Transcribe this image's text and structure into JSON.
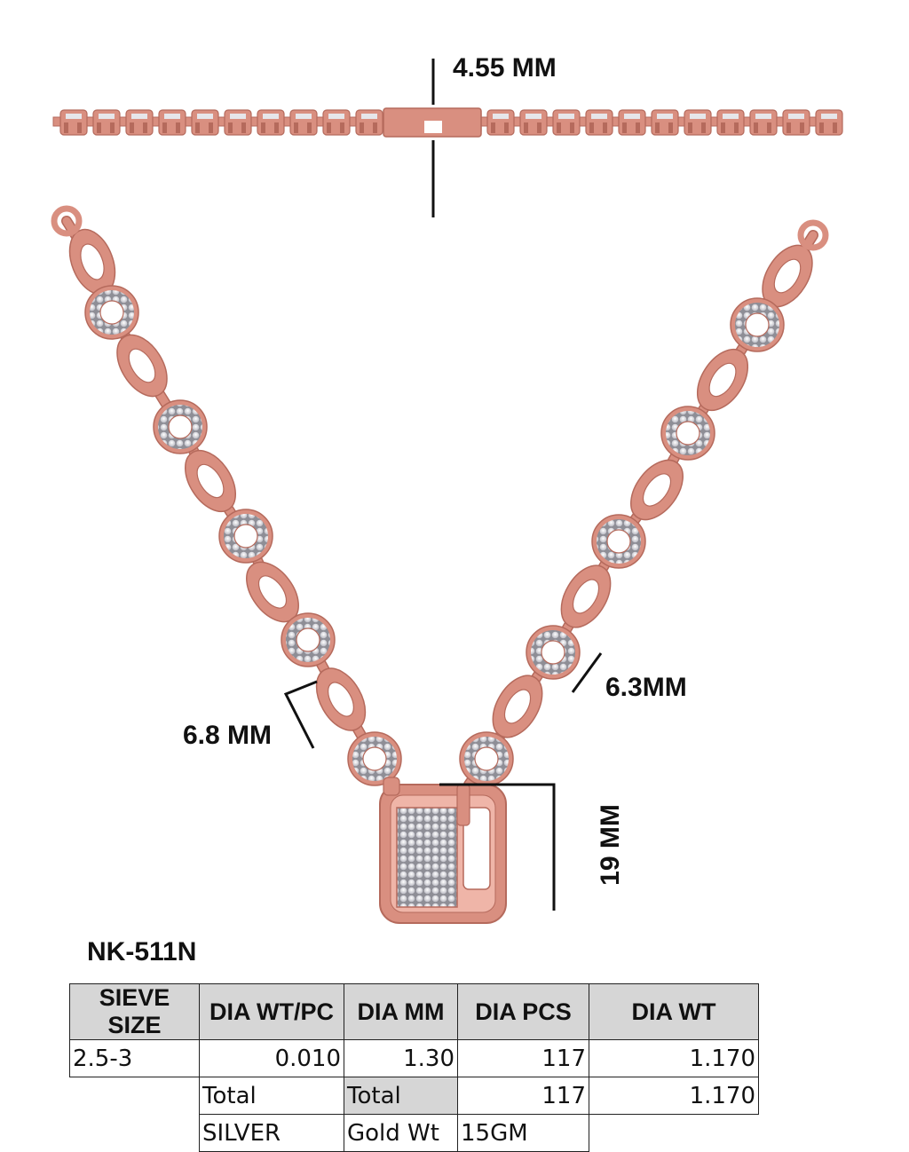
{
  "dimensions": {
    "thickness": "4.55 MM",
    "round_link": "6.8 MM",
    "oval_link": "6.3MM",
    "pendant_height": "19 MM"
  },
  "product_code": "NK-511N",
  "colors": {
    "metal": "#d98f80",
    "metal_dark": "#b56a5c",
    "metal_light": "#efb5a8",
    "diamond": "#e6e6ea",
    "header_bg": "#d6d6d6"
  },
  "spec_table": {
    "headers": [
      "SIEVE SIZE",
      "DIA WT/PC",
      "DIA MM",
      "DIA PCS",
      "DIA WT"
    ],
    "row": {
      "sieve_size": "2.5-3",
      "dia_wt_pc": "0.010",
      "dia_mm": "1.30",
      "dia_pcs": "117",
      "dia_wt": "1.170"
    },
    "total": {
      "label_1": "Total",
      "label_2": "Total",
      "dia_pcs": "117",
      "dia_wt": "1.170"
    },
    "metal": {
      "label": "SILVER",
      "gold_wt_label": "Gold Wt",
      "gold_wt_value": "15GM"
    }
  }
}
